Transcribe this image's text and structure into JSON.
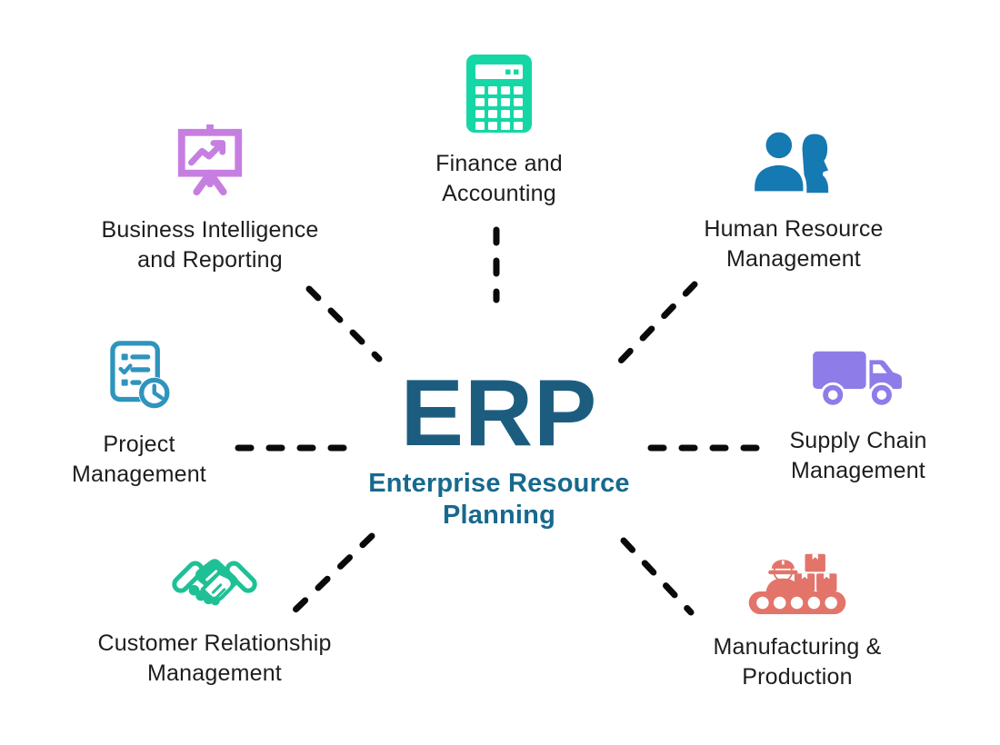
{
  "center": {
    "acronym": "ERP",
    "subtitle_line1": "Enterprise Resource",
    "subtitle_line2": "Planning"
  },
  "colors": {
    "erp_title": "#1c5d7f",
    "erp_subtitle": "#17698e",
    "label_text": "#1d1d1d",
    "connector": "#0a0a0a",
    "finance": "#15d7a5",
    "business_intelligence": "#c77ee1",
    "human_resources": "#1579b2",
    "project": "#2f94bd",
    "supply_chain": "#8e7ce9",
    "crm": "#1fc095",
    "manufacturing": "#e3746a"
  },
  "nodes": [
    {
      "id": "finance",
      "label": "Finance and Accounting",
      "label_line1": "Finance and",
      "label_line2": "Accounting",
      "icon": "calculator-icon"
    },
    {
      "id": "business-intelligence",
      "label": "Business Intelligence and Reporting",
      "label_line1": "Business Intelligence",
      "label_line2": "and Reporting",
      "icon": "presentation-chart-icon"
    },
    {
      "id": "human-resources",
      "label": "Human Resource Management",
      "label_line1": "Human Resource",
      "label_line2": "Management",
      "icon": "people-icon"
    },
    {
      "id": "project",
      "label": "Project Management",
      "label_line1": "Project",
      "label_line2": "Management",
      "icon": "checklist-clock-icon"
    },
    {
      "id": "supply-chain",
      "label": "Supply Chain Management",
      "label_line1": "Supply Chain",
      "label_line2": "Management",
      "icon": "truck-icon"
    },
    {
      "id": "crm",
      "label": "Customer Relationship Management",
      "label_line1": "Customer Relationship",
      "label_line2": "Management",
      "icon": "handshake-icon"
    },
    {
      "id": "manufacturing",
      "label": "Manufacturing & Production",
      "label_line1": "Manufacturing &",
      "label_line2": "Production",
      "icon": "factory-conveyor-icon"
    }
  ]
}
